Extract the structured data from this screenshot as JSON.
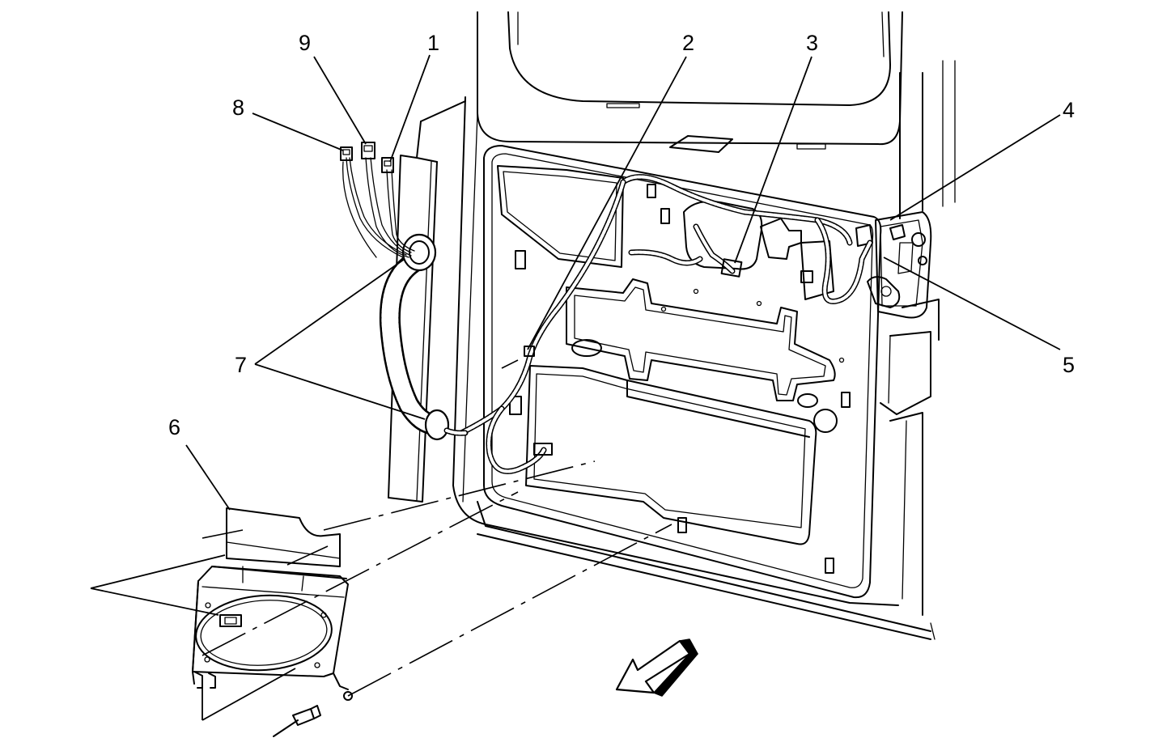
{
  "diagram": {
    "callouts": [
      {
        "id": "1",
        "label": "1"
      },
      {
        "id": "2",
        "label": "2"
      },
      {
        "id": "3",
        "label": "3"
      },
      {
        "id": "4",
        "label": "4"
      },
      {
        "id": "5",
        "label": "5"
      },
      {
        "id": "6",
        "label": "6"
      },
      {
        "id": "7",
        "label": "7"
      },
      {
        "id": "8",
        "label": "8"
      },
      {
        "id": "9",
        "label": "9"
      }
    ],
    "arrow_icon": "front-direction-arrow-icon",
    "line_color": "#000000",
    "background": "#ffffff"
  }
}
